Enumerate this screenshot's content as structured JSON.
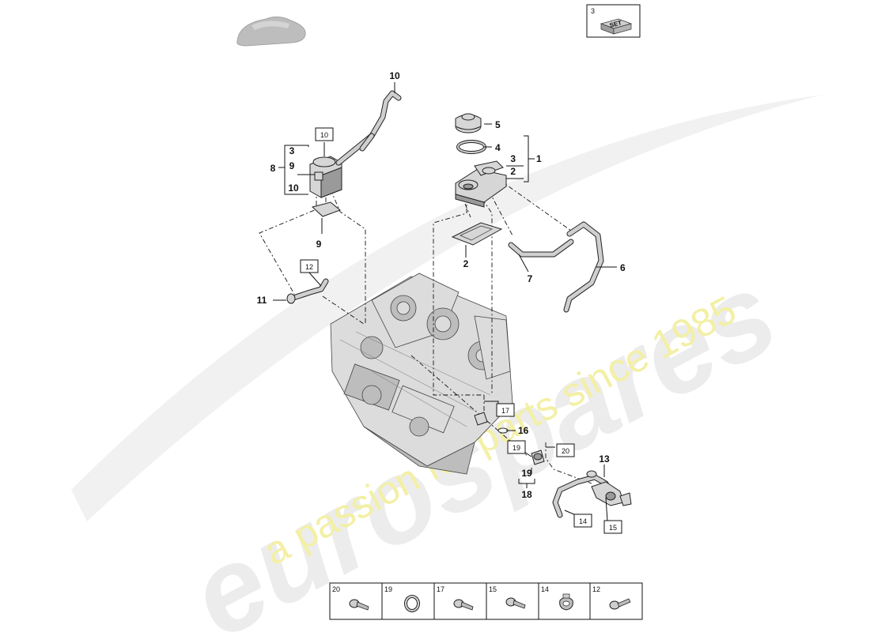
{
  "watermark": {
    "brand": "eurospares",
    "tagline": "a passion for parts since 1985"
  },
  "set_badge": {
    "number": "3",
    "text": "SET"
  },
  "callouts": {
    "c1": "1",
    "c2_right": "2",
    "c3_right": "3",
    "c4": "4",
    "c5": "5",
    "c6": "6",
    "c7": "7",
    "c2_bottom": "2",
    "c8": "8",
    "c3_left": "3",
    "c9_left": "9",
    "c10_left": "10",
    "c9_bottom": "9",
    "c10_top": "10",
    "c11": "11",
    "c13": "13",
    "c16": "16",
    "c18": "18",
    "c19": "19"
  },
  "boxed_refs": {
    "b10": "10",
    "b12": "12",
    "b17": "17",
    "b19": "19",
    "b20": "20",
    "b14": "14",
    "b15": "15"
  },
  "hardware_table": {
    "cells": [
      {
        "label": "20",
        "icon": "bolt-icon"
      },
      {
        "label": "19",
        "icon": "seal-ring-icon"
      },
      {
        "label": "17",
        "icon": "bolt-icon"
      },
      {
        "label": "15",
        "icon": "bolt-icon"
      },
      {
        "label": "14",
        "icon": "hose-clamp-icon"
      },
      {
        "label": "12",
        "icon": "bolt-icon"
      }
    ]
  },
  "colors": {
    "watermark": "#eeeeee",
    "watermark_tagline": "#f3f0a6",
    "ink": "#111111",
    "part_fill": "#d6d6d6"
  }
}
